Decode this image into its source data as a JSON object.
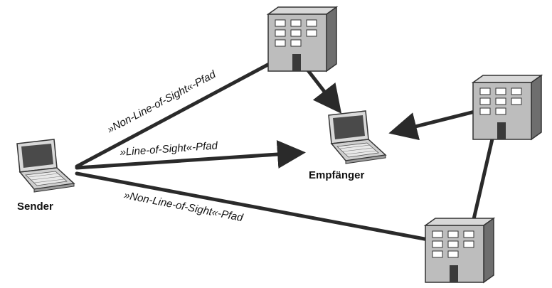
{
  "diagram": {
    "labels": {
      "sender": "Sender",
      "receiver": "Empfänger",
      "nlos_top": "»Non-Line-of-Sight«-Pfad",
      "los": "»Line-of-Sight«-Pfad",
      "nlos_bottom": "»Non-Line-of-Sight«-Pfad"
    },
    "colors": {
      "line": "#2a2a2a",
      "building_front": "#bdbdbd",
      "building_side": "#7a7a7a",
      "building_roof": "#d8d8d8",
      "window": "#ffffff",
      "laptop_body": "#cfcfcf",
      "laptop_screen": "#555555"
    },
    "icons": [
      "laptop-icon",
      "building-icon"
    ]
  }
}
